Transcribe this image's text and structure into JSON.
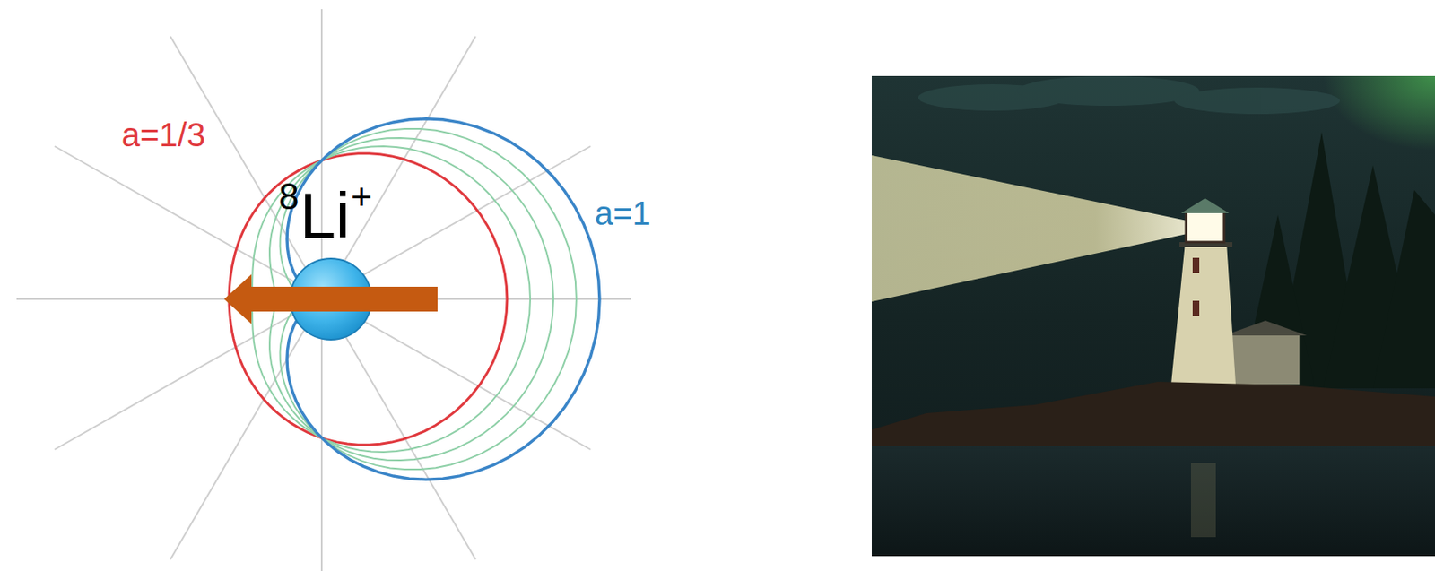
{
  "diagram": {
    "labels": [
      "a=1/3",
      "a=1",
      "8",
      "Li",
      "+"
    ]
  }
}
